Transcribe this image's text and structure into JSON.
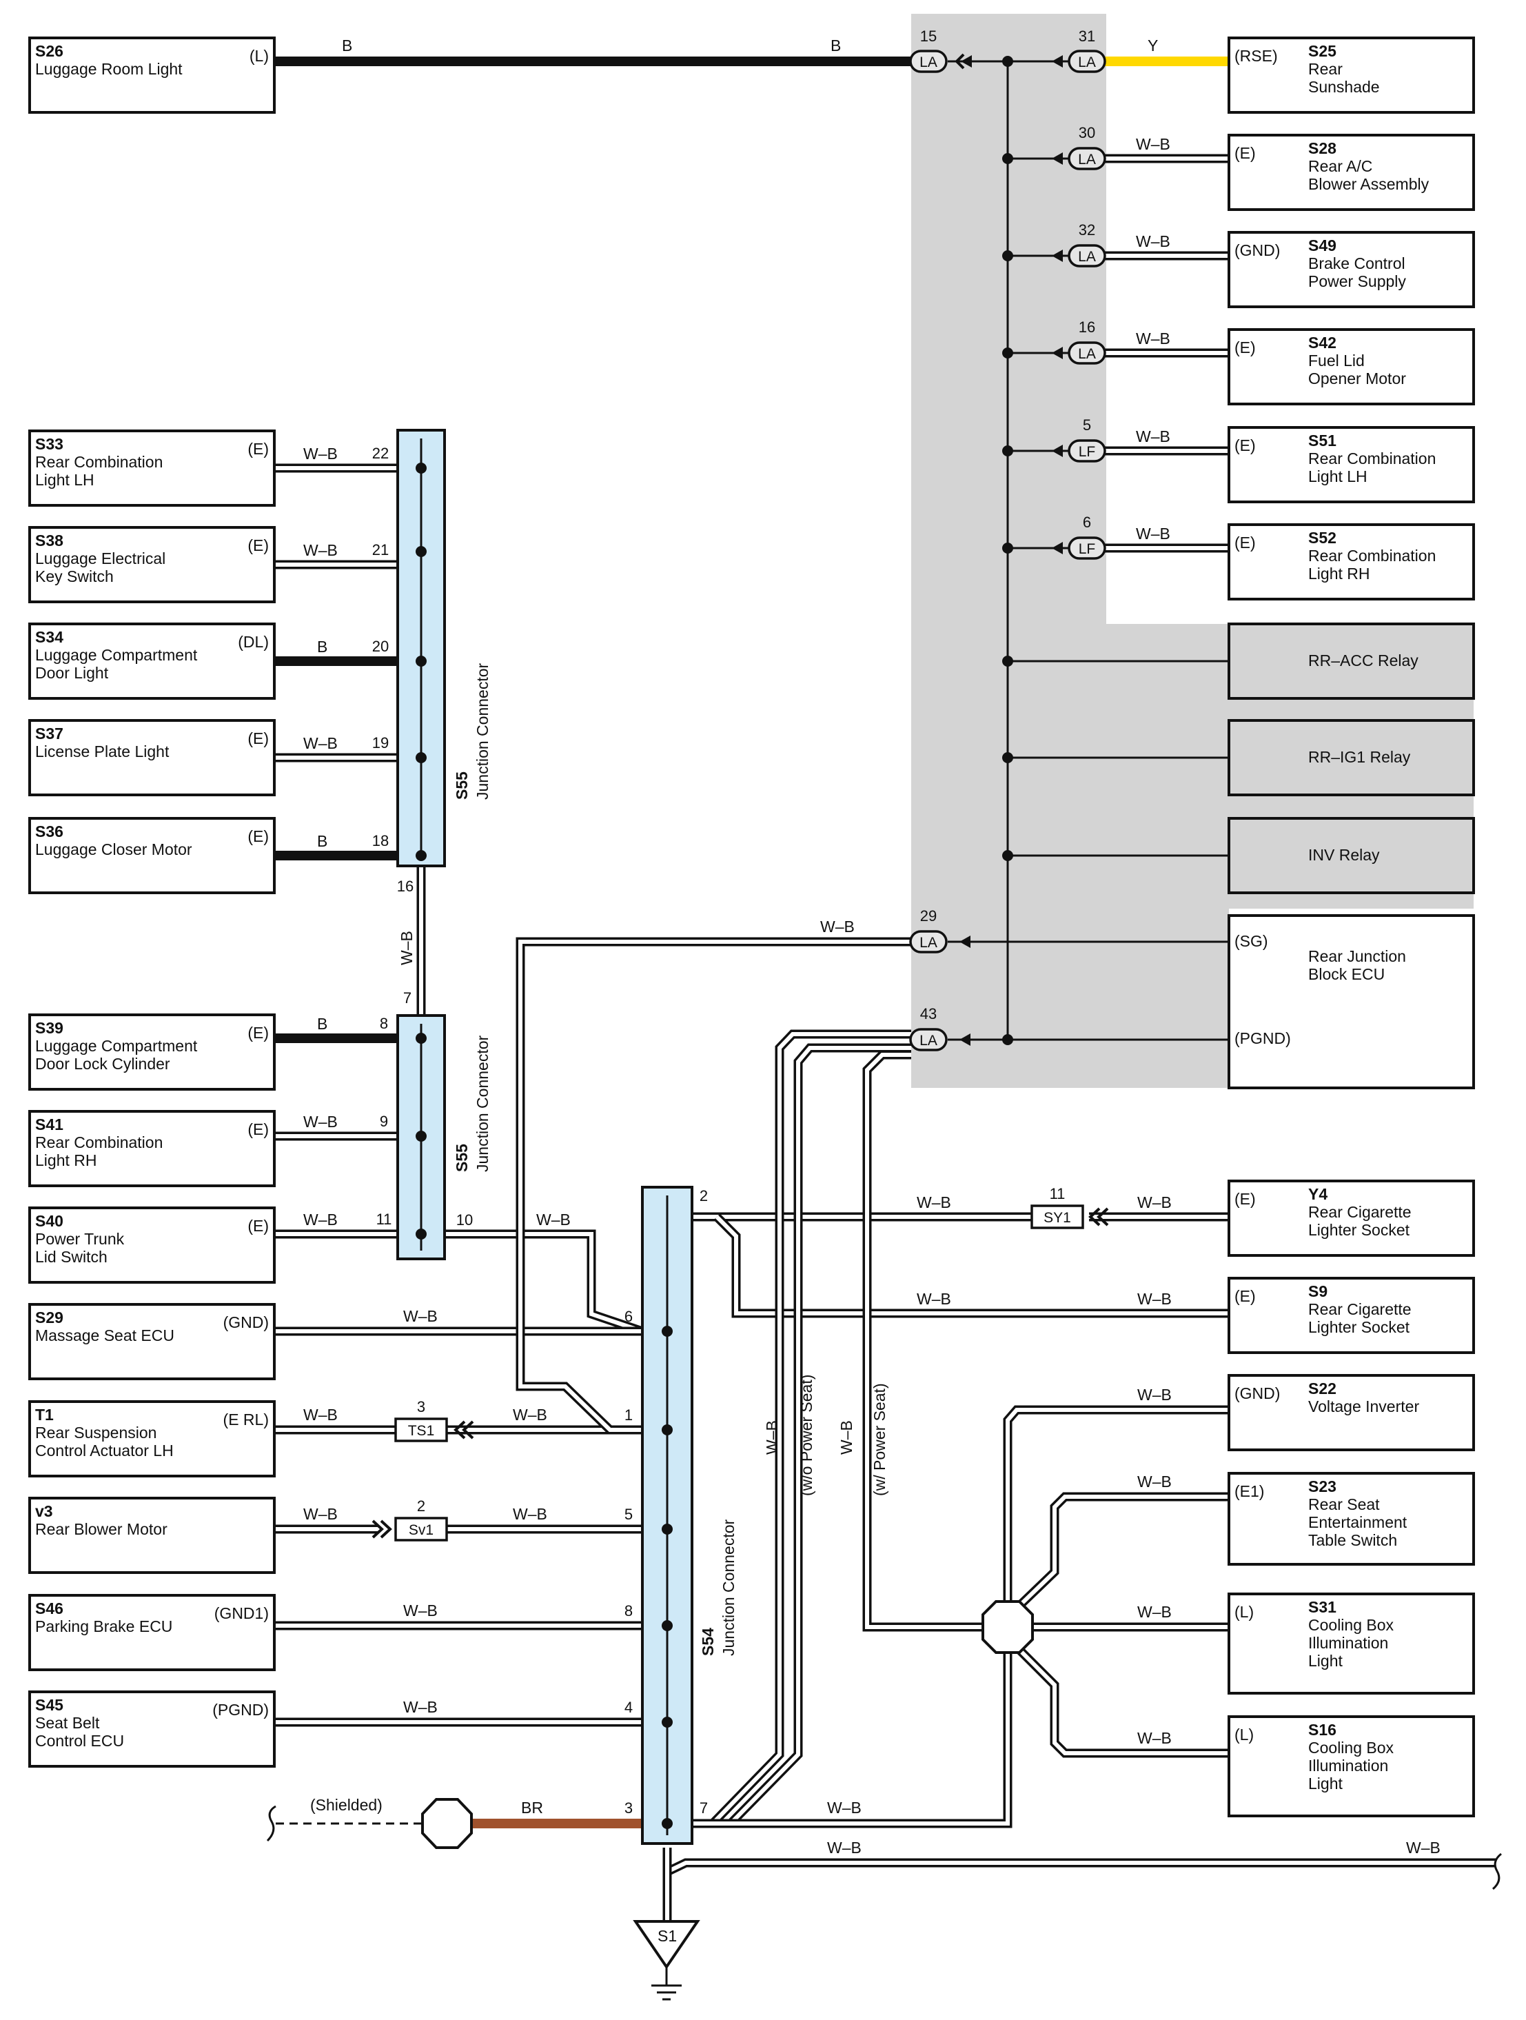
{
  "colors": {
    "gray_area": "#d4d4d4",
    "jc_fill": "#cfe9f7",
    "wire_white": "#ffffff",
    "wire_black": "#111111",
    "wire_yellow": "#ffd800",
    "wire_brown": "#a0522d",
    "relay_fill": "#d4d4d4"
  },
  "wire_colors": {
    "B": "B",
    "Y": "Y",
    "WB": "W–B",
    "BR": "BR"
  },
  "connector_codes": {
    "LA": "LA",
    "LF": "LF"
  },
  "left_components": [
    {
      "code": "S26",
      "name1": "Luggage Room Light",
      "name2": "",
      "name3": "",
      "pin": "(L)"
    },
    {
      "code": "S33",
      "name1": "Rear Combination",
      "name2": "Light LH",
      "name3": "",
      "pin": "(E)"
    },
    {
      "code": "S38",
      "name1": "Luggage Electrical",
      "name2": "Key Switch",
      "name3": "",
      "pin": "(E)"
    },
    {
      "code": "S34",
      "name1": "Luggage Compartment",
      "name2": "Door Light",
      "name3": "",
      "pin": "(DL)"
    },
    {
      "code": "S37",
      "name1": "License Plate Light",
      "name2": "",
      "name3": "",
      "pin": "(E)"
    },
    {
      "code": "S36",
      "name1": "Luggage Closer Motor",
      "name2": "",
      "name3": "",
      "pin": "(E)"
    },
    {
      "code": "S39",
      "name1": "Luggage Compartment",
      "name2": "Door Lock Cylinder",
      "name3": "",
      "pin": "(E)"
    },
    {
      "code": "S41",
      "name1": "Rear Combination",
      "name2": "Light RH",
      "name3": "",
      "pin": "(E)"
    },
    {
      "code": "S40",
      "name1": "Power Trunk",
      "name2": "Lid Switch",
      "name3": "",
      "pin": "(E)"
    },
    {
      "code": "S29",
      "name1": "Massage Seat ECU",
      "name2": "",
      "name3": "",
      "pin": "(GND)"
    },
    {
      "code": "T1",
      "name1": "Rear Suspension",
      "name2": "Control Actuator LH",
      "name3": "",
      "pin": "(E RL)"
    },
    {
      "code": "v3",
      "name1": "Rear Blower Motor",
      "name2": "",
      "name3": "",
      "pin": ""
    },
    {
      "code": "S46",
      "name1": "Parking Brake ECU",
      "name2": "",
      "name3": "",
      "pin": "(GND1)"
    },
    {
      "code": "S45",
      "name1": "Seat Belt",
      "name2": "Control ECU",
      "name3": "",
      "pin": "(PGND)"
    }
  ],
  "right_components": [
    {
      "code": "S25",
      "name1": "Rear",
      "name2": "Sunshade",
      "name3": "",
      "pin": "(RSE)"
    },
    {
      "code": "S28",
      "name1": "Rear A/C",
      "name2": "Blower Assembly",
      "name3": "",
      "pin": "(E)"
    },
    {
      "code": "S49",
      "name1": "Brake Control",
      "name2": "Power Supply",
      "name3": "",
      "pin": "(GND)"
    },
    {
      "code": "S42",
      "name1": "Fuel Lid",
      "name2": "Opener Motor",
      "name3": "",
      "pin": "(E)"
    },
    {
      "code": "S51",
      "name1": "Rear Combination",
      "name2": "Light LH",
      "name3": "",
      "pin": "(E)"
    },
    {
      "code": "S52",
      "name1": "Rear Combination",
      "name2": "Light RH",
      "name3": "",
      "pin": "(E)"
    },
    {
      "code": "Y4",
      "name1": "Rear Cigarette",
      "name2": "Lighter Socket",
      "name3": "",
      "pin": "(E)"
    },
    {
      "code": "S9",
      "name1": "Rear Cigarette",
      "name2": "Lighter Socket",
      "name3": "",
      "pin": "(E)"
    },
    {
      "code": "S22",
      "name1": "Voltage Inverter",
      "name2": "",
      "name3": "",
      "pin": "(GND)"
    },
    {
      "code": "S23",
      "name1": "Rear Seat",
      "name2": "Entertainment",
      "name3": "Table Switch",
      "pin": "(E1)"
    },
    {
      "code": "S31",
      "name1": "Cooling Box",
      "name2": "Illumination",
      "name3": "Light",
      "pin": "(L)"
    },
    {
      "code": "S16",
      "name1": "Cooling Box",
      "name2": "Illumination",
      "name3": "Light",
      "pin": "(L)"
    }
  ],
  "relays": [
    {
      "label": "RR–ACC Relay"
    },
    {
      "label": "RR–IG1 Relay"
    },
    {
      "label": "INV Relay"
    }
  ],
  "ecu": {
    "name1": "Rear Junction",
    "name2": "Block ECU",
    "pin_sg": "(SG)",
    "pin_pgnd": "(PGND)"
  },
  "junction_connectors": {
    "s55_code": "S55",
    "s55_label": "Junction Connector",
    "s54_code": "S54",
    "s54_label": "Junction Connector"
  },
  "pins": {
    "p15": "15",
    "p31": "31",
    "p30": "30",
    "p32": "32",
    "p16": "16",
    "p5": "5",
    "p6": "6",
    "p29": "29",
    "p43": "43",
    "j22": "22",
    "j21": "21",
    "j20": "20",
    "j19": "19",
    "j18": "18",
    "j16": "16",
    "j7": "7",
    "j8": "8",
    "j9": "9",
    "j11": "11",
    "j10": "10",
    "k2": "2",
    "k6": "6",
    "k1": "1",
    "k5": "5",
    "k8": "8",
    "k4": "4",
    "k3": "3",
    "k7": "7",
    "sy1_pin": "11",
    "ts1_pin": "3",
    "sv1_pin": "2"
  },
  "inline_connectors": {
    "sy1": "SY1",
    "ts1": "TS1",
    "sv1": "Sv1"
  },
  "notes": {
    "wo_power_seat": "(w/o Power Seat)",
    "w_power_seat": "(w/ Power Seat)",
    "shielded": "(Shielded)",
    "ground": "S1"
  }
}
